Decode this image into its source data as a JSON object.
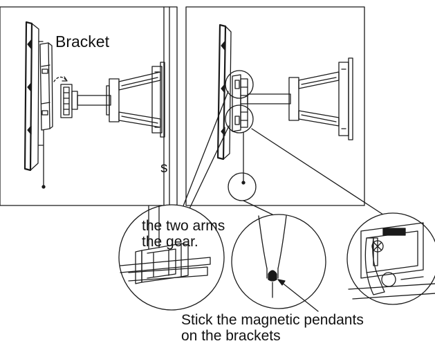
{
  "labels": {
    "bracket": "Bracket",
    "arms_line1": "the two arms",
    "arms_line2": "the gear.",
    "cut_fragment": "s",
    "pendant_line1": "Stick the magnetic pendants",
    "pendant_line2": "on the brackets"
  },
  "colors": {
    "line": "#1a1a1a",
    "background": "#ffffff"
  }
}
